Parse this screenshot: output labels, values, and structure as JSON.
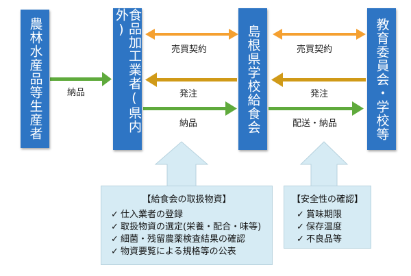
{
  "nodes": {
    "producer": "農林水産品等生産者",
    "processor": "食品加工業者(県内外)",
    "association": "島根県学校給食会",
    "school": "教育委員会・学校等"
  },
  "labels": {
    "deliver_1": "納品",
    "trade_1": "売買契約",
    "order_1": "発注",
    "deliver_2": "納品",
    "trade_2": "売買契約",
    "order_2": "発注",
    "delivery_2": "配送・納品"
  },
  "info_left": {
    "title": "【給食会の取扱物資】",
    "items": [
      "仕入業者の登録",
      "取扱物資の選定(栄養・配合・味等)",
      "細菌・残留農薬検査結果の確認",
      "物資要覧による規格等の公表"
    ]
  },
  "info_right": {
    "title": "【安全性の確認】",
    "items": [
      "賞味期限",
      "保存温度",
      "不良品等"
    ]
  },
  "check_mark": "✓",
  "colors": {
    "box_blue": "#2e75c4",
    "arrow_orange": "#f5a030",
    "arrow_brown": "#d09a18",
    "arrow_green": "#5faa3c",
    "callout_blue": "#d6ebf4"
  }
}
